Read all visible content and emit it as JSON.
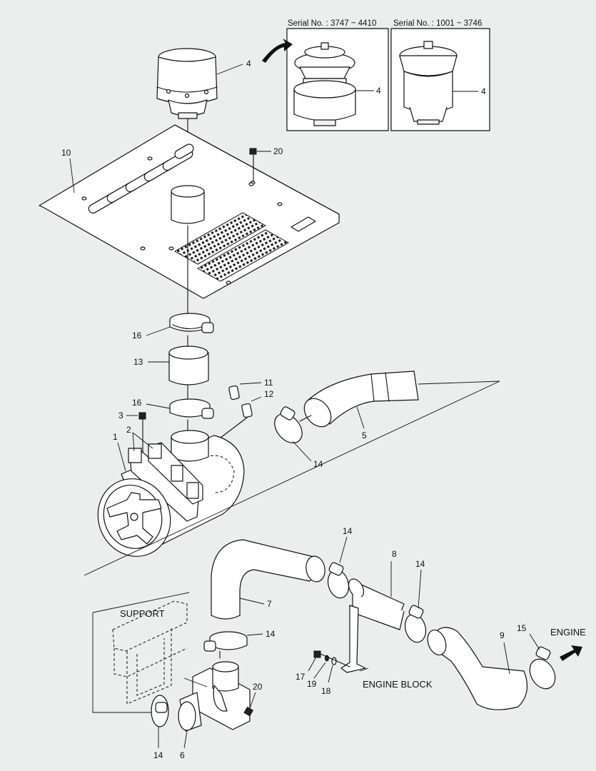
{
  "variants": [
    {
      "serial": "Serial No. : 3747 ~ 4410",
      "part": "4"
    },
    {
      "serial": "Serial No. : 1001 ~ 3746",
      "part": "4"
    }
  ],
  "callouts": {
    "p1": "1",
    "p2": "2",
    "p3": "3",
    "p4": "4",
    "p5": "5",
    "p6": "6",
    "p7": "7",
    "p8": "8",
    "p9": "9",
    "p10": "10",
    "p11": "11",
    "p12": "12",
    "p13": "13",
    "p14": "14",
    "p15": "15",
    "p16": "16",
    "p17": "17",
    "p18": "18",
    "p19": "19",
    "p20": "20"
  },
  "captions": {
    "support": "SUPPORT",
    "engine_block": "ENGINE BLOCK",
    "engine": "ENGINE"
  },
  "colors": {
    "background": "#eceded",
    "line": "#111111",
    "part_fill": "#ffffff"
  }
}
